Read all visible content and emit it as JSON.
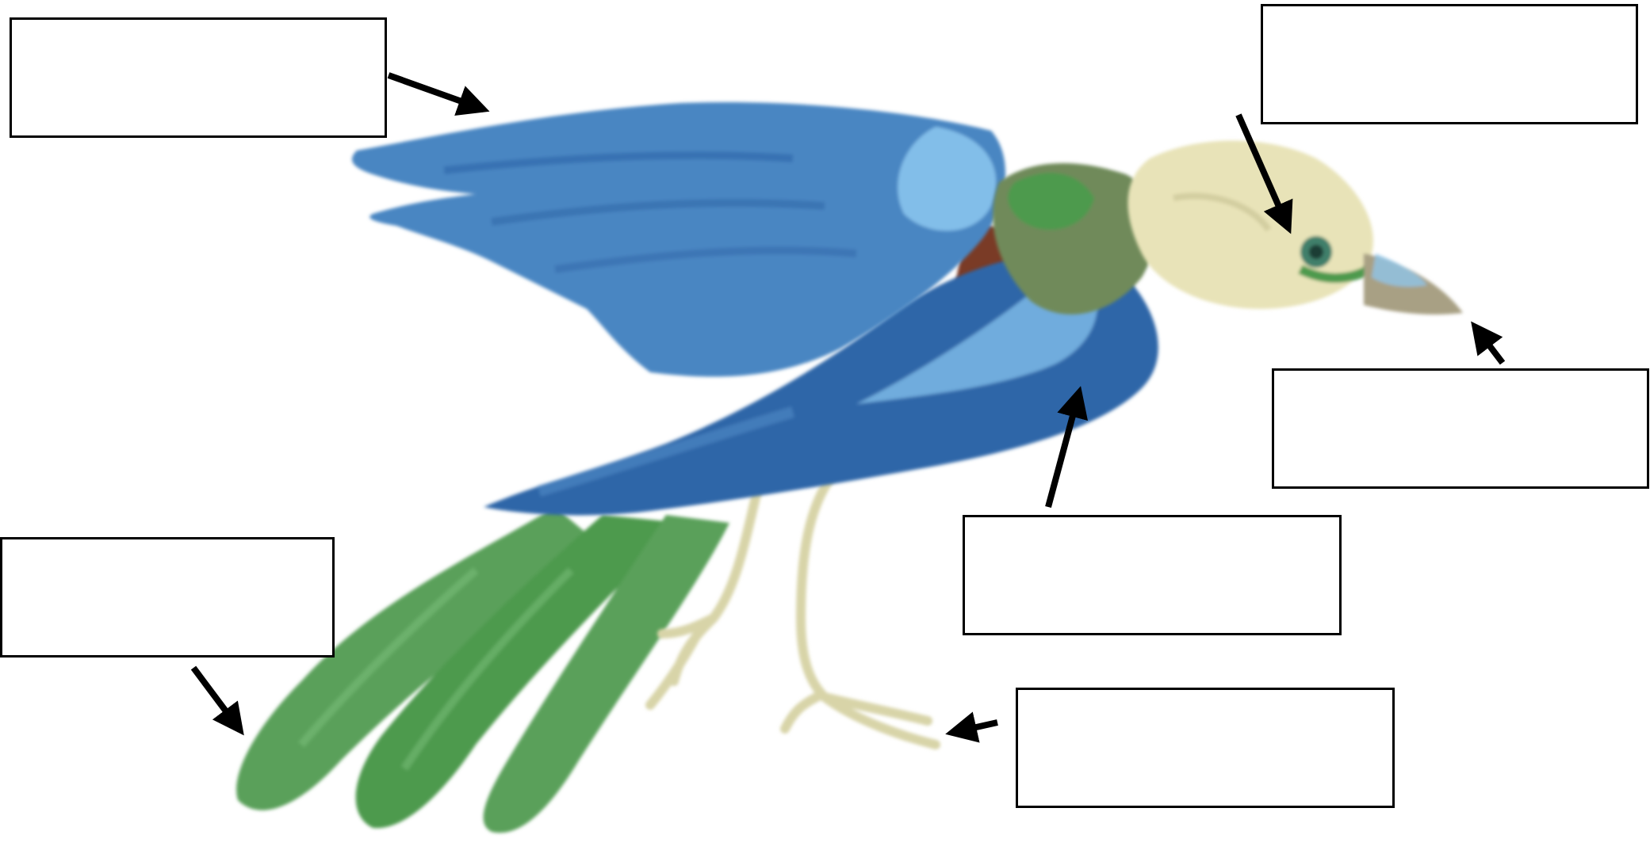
{
  "diagram": {
    "subject": "bird",
    "parts": [
      {
        "key": "wing",
        "label": ""
      },
      {
        "key": "eye",
        "label": ""
      },
      {
        "key": "beak",
        "label": ""
      },
      {
        "key": "breast",
        "label": ""
      },
      {
        "key": "tail",
        "label": ""
      },
      {
        "key": "feet",
        "label": ""
      }
    ]
  },
  "colors": {
    "wing_blue": "#4a86c2",
    "wing_light": "#7ab8e6",
    "tail_green": "#5aa05a",
    "head_cream": "#e8e3b8",
    "throat_brown": "#7a3a26",
    "neck_green": "#4e9a4e",
    "legs": "#d8d4a8",
    "arrow": "#000000",
    "box_border": "#000000"
  }
}
